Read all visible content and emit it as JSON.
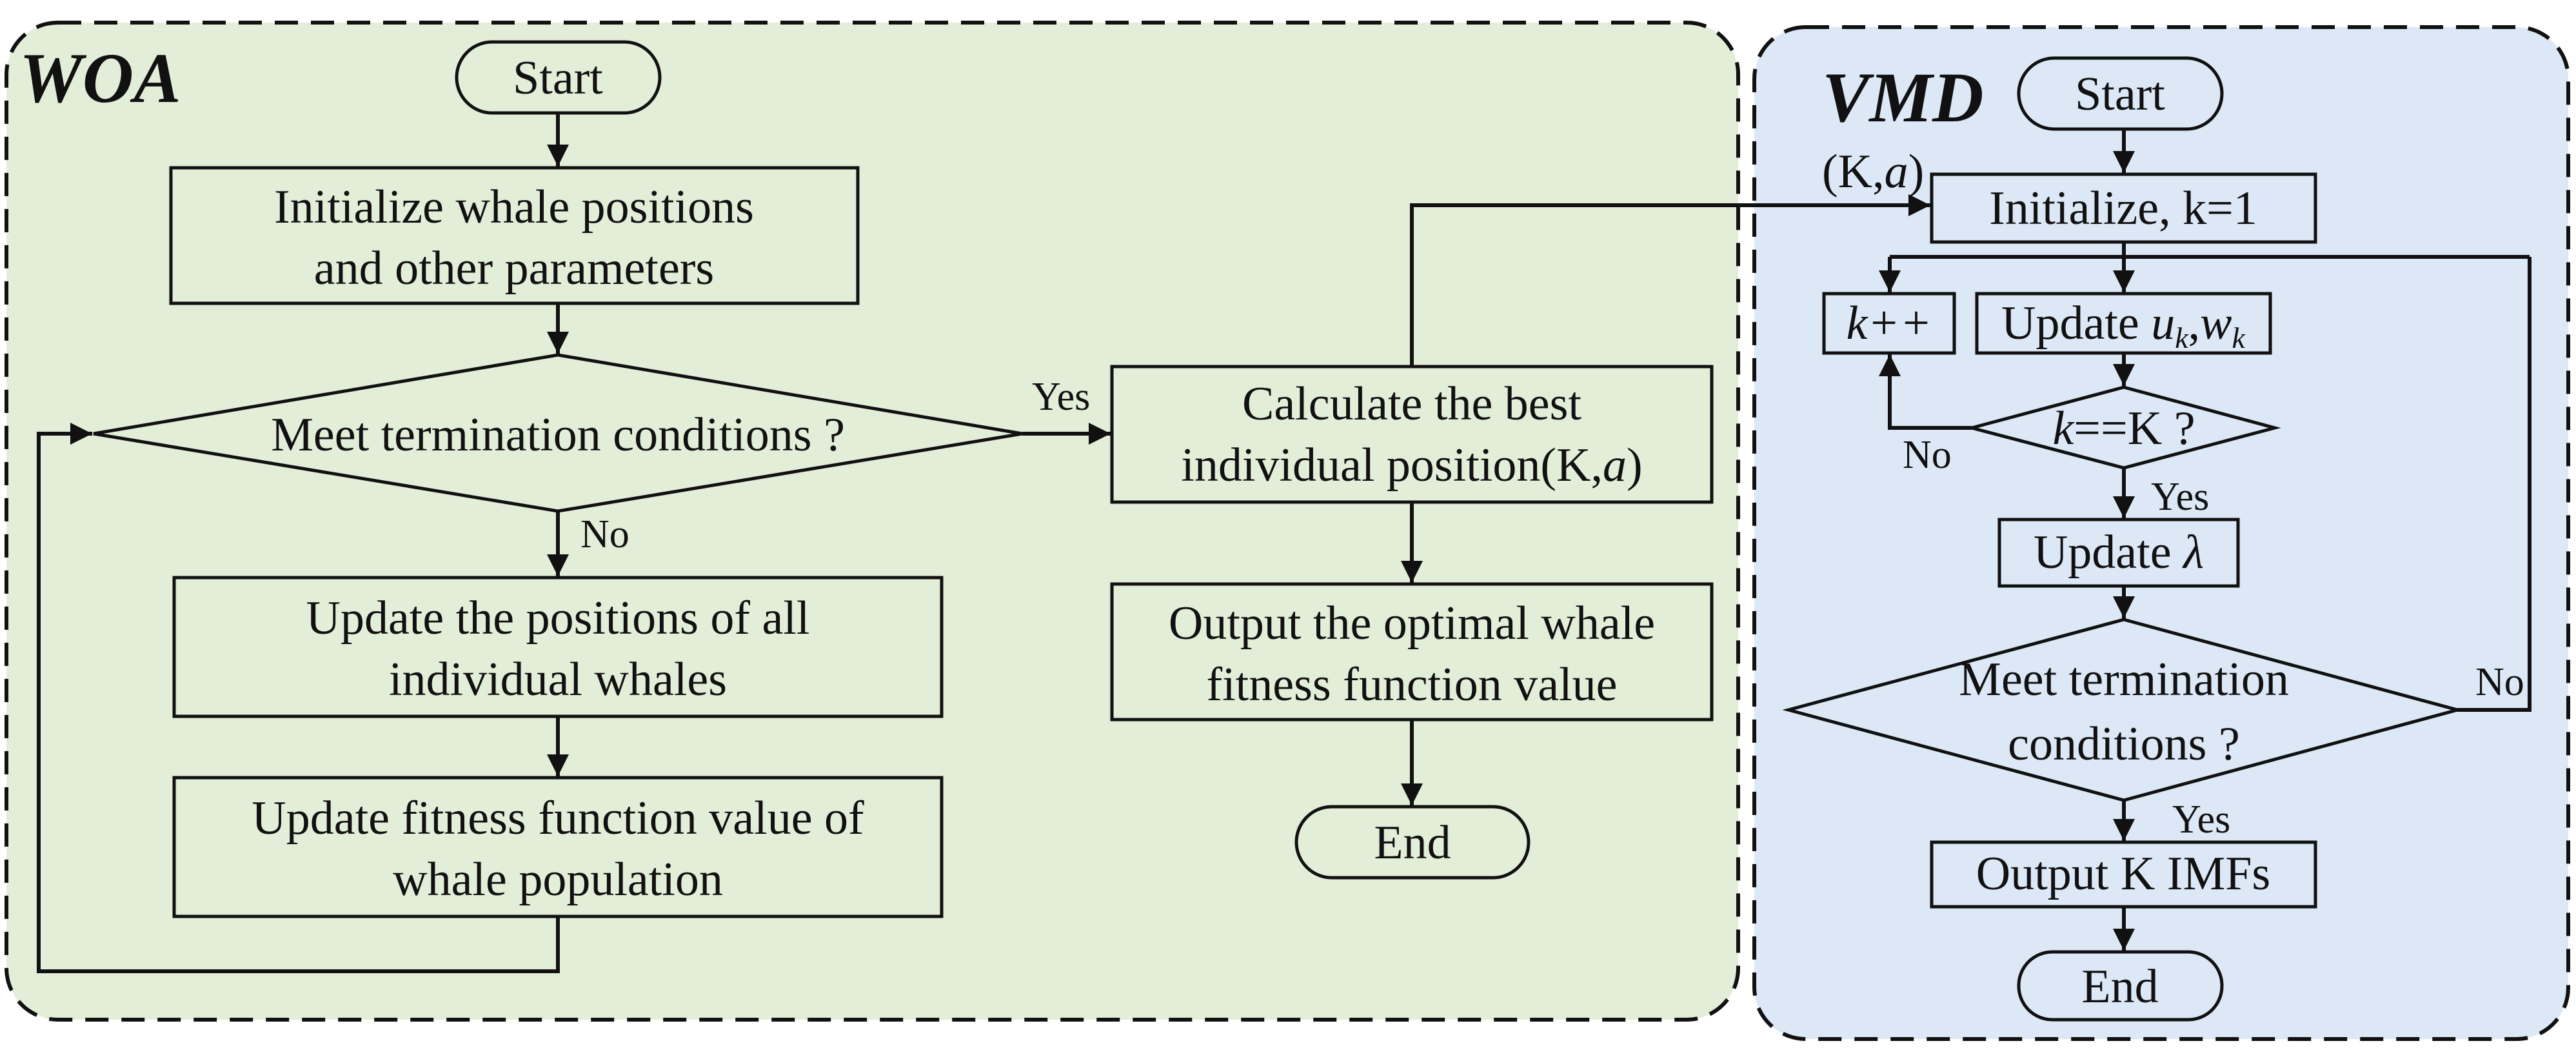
{
  "colors": {
    "woa_panel": "#e3eed9",
    "vmd_panel": "#dce8f6",
    "title": "#c55a11",
    "stroke": "#111111"
  },
  "woa": {
    "title": "WOA",
    "start": "Start",
    "init_line1": "Initialize whale positions",
    "init_line2": "and other parameters",
    "decision": "Meet termination conditions ?",
    "no": "No",
    "yes": "Yes",
    "update_pos_line1": "Update the positions of all",
    "update_pos_line2": "individual whales",
    "update_fit_line1": "Update fitness function value of",
    "update_fit_line2": "whale population",
    "calc_line1": "Calculate the best",
    "calc_line2_prefix": "individual position(K,",
    "calc_line2_var": "a",
    "calc_line2_suffix": ")",
    "output_line1": "Output the optimal whale",
    "output_line2": "fitness function value",
    "end": "End"
  },
  "vmd": {
    "title": "VMD",
    "start": "Start",
    "param_prefix": "(K,",
    "param_var": "a",
    "param_suffix": ")",
    "init": "Initialize, k=1",
    "kpp": "k++",
    "update_uw_prefix": "Update ",
    "u": "u",
    "k_sub": "k",
    "comma": ",",
    "w": "w",
    "k_sub2": "k",
    "decision_k": "k",
    "decision_rest": "==K ?",
    "no1": "No",
    "yes1": "Yes",
    "update_lambda_prefix": "Update ",
    "lambda": "λ",
    "term_line1": "Meet termination",
    "term_line2": "conditions ?",
    "no2": "No",
    "yes2": "Yes",
    "output": "Output K IMFs",
    "end": "End"
  }
}
